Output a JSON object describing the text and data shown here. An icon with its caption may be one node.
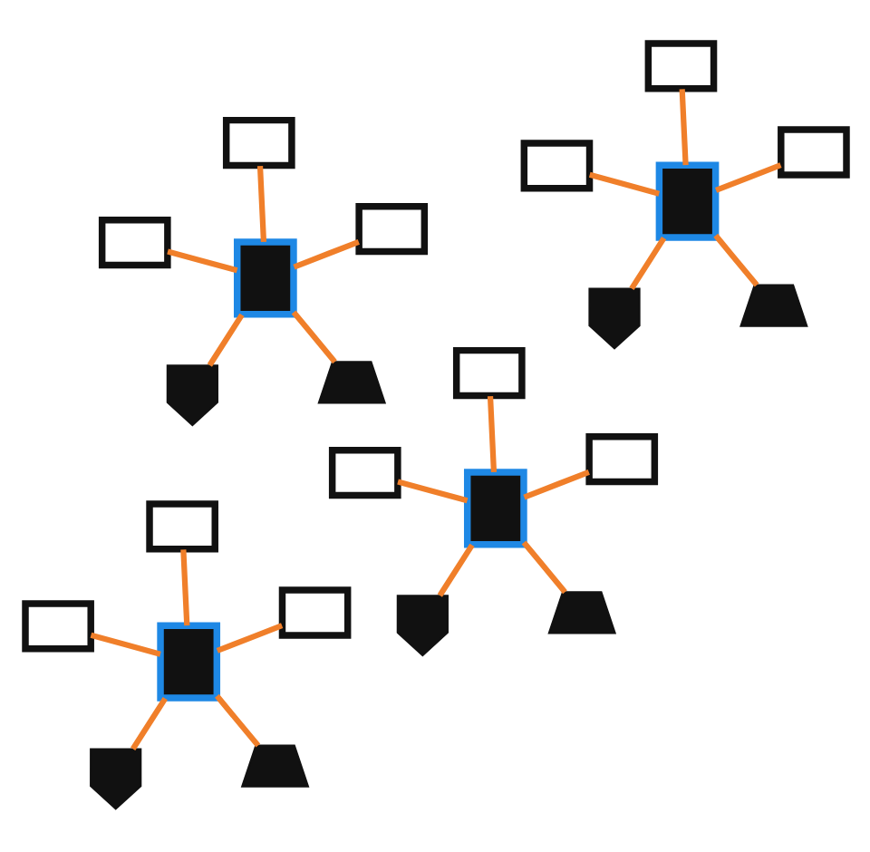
{
  "diagram": {
    "nodes": [
      {
        "text": [],
        "shape": "building"
      },
      {
        "text": [],
        "shape": "phone"
      },
      {
        "text": [],
        "shape": "person"
      },
      {
        "text": [],
        "shape": "monitor"
      },
      {
        "text": [],
        "shape": "monitor"
      },
      {
        "text": [],
        "shape": "monitor"
      },
      {
        "text": [],
        "shape": "building"
      },
      {
        "text": [],
        "shape": "phone"
      },
      {
        "text": [],
        "shape": "person"
      },
      {
        "text": [],
        "shape": "monitor"
      },
      {
        "text": [],
        "shape": "monitor"
      },
      {
        "text": [],
        "shape": "monitor"
      },
      {
        "text": [],
        "shape": "building"
      },
      {
        "text": [],
        "shape": "phone"
      },
      {
        "text": [],
        "shape": "person"
      },
      {
        "text": [],
        "shape": "monitor"
      },
      {
        "text": [],
        "shape": "monitor"
      },
      {
        "text": [],
        "shape": "monitor"
      },
      {
        "text": [],
        "shape": "building"
      },
      {
        "text": [],
        "shape": "phone"
      },
      {
        "text": [],
        "shape": "person"
      },
      {
        "text": [],
        "shape": "monitor"
      },
      {
        "text": [],
        "shape": "monitor"
      },
      {
        "text": [],
        "shape": "monitor"
      }
    ],
    "edges": [
      {
        "from": 0,
        "to": 1,
        "arrow": "none"
      },
      {
        "from": 0,
        "to": 2,
        "arrow": "none"
      },
      {
        "from": 0,
        "to": 3,
        "arrow": "none"
      },
      {
        "from": 0,
        "to": 4,
        "arrow": "none"
      },
      {
        "from": 0,
        "to": 5,
        "arrow": "none"
      },
      {
        "from": 6,
        "to": 7,
        "arrow": "none"
      },
      {
        "from": 6,
        "to": 8,
        "arrow": "none"
      },
      {
        "from": 6,
        "to": 9,
        "arrow": "none"
      },
      {
        "from": 6,
        "to": 10,
        "arrow": "none"
      },
      {
        "from": 6,
        "to": 11,
        "arrow": "none"
      },
      {
        "from": 12,
        "to": 13,
        "arrow": "none"
      },
      {
        "from": 12,
        "to": 14,
        "arrow": "none"
      },
      {
        "from": 12,
        "to": 15,
        "arrow": "none"
      },
      {
        "from": 12,
        "to": 16,
        "arrow": "none"
      },
      {
        "from": 12,
        "to": 17,
        "arrow": "none"
      },
      {
        "from": 18,
        "to": 19,
        "arrow": "none"
      },
      {
        "from": 18,
        "to": 20,
        "arrow": "none"
      },
      {
        "from": 18,
        "to": 21,
        "arrow": "none"
      },
      {
        "from": 18,
        "to": 22,
        "arrow": "none"
      },
      {
        "from": 18,
        "to": 23,
        "arrow": "none"
      }
    ]
  }
}
